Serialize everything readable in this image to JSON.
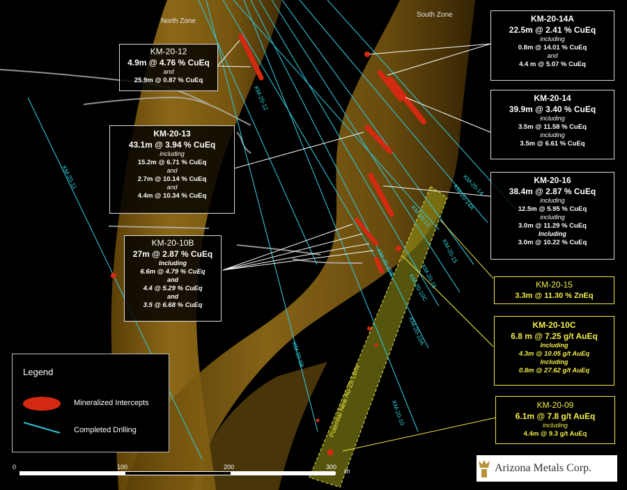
{
  "zones": {
    "north": "North Zone",
    "south": "South Zone"
  },
  "callouts": {
    "km20_12": {
      "title": "KM-20-12",
      "main": "4.9m @ 4.76 % CuEq",
      "c1": "and",
      "s1": "25.9m @ 0.87 % CuEq"
    },
    "km20_13": {
      "title": "KM-20-13",
      "main": "43.1m @ 3.94 % CuEq",
      "c1": "including",
      "s1": "15.2m @ 6.71 % CuEq",
      "c2": "and",
      "s2": "2.7m @ 10.14 % CuEq",
      "c3": "and",
      "s3": "4.4m @ 10.34 % CuEq"
    },
    "km20_10b": {
      "title": "KM-20-10B",
      "main": "27m @ 2.87 % CuEq",
      "c1": "Including",
      "s1": "6.6m @ 4.79 % CuEq",
      "c2": "and",
      "s2": "4.4 @ 5.29 % CuEq",
      "c3": "and",
      "s3": "3.5 @ 6.68 % CuEq"
    },
    "km20_14a": {
      "title": "KM-20-14A",
      "main": "22.5m @ 2.41 % CuEq",
      "c1": "including",
      "s1": "0.8m @ 14.01 % CuEq",
      "c2": "and",
      "s2": "4.4 m @ 5.07 % CuEq"
    },
    "km20_14": {
      "title": "KM-20-14",
      "main": "39.9m @ 3.40 % CuEq",
      "c1": "including",
      "s1": "3.5m @ 11.58 % CuEq",
      "c2": "including",
      "s2": "3.5m @ 6.61 % CuEq"
    },
    "km20_16": {
      "title": "KM-20-16",
      "main": "38.4m @ 2.87 % CuEq",
      "c1": "including",
      "s1": "12.5m @ 5.95 % CuEq",
      "c2": "including",
      "s2": "3.0m @ 11.29 % CuEq",
      "c3": "Including",
      "s3": "3.0m @ 10.22 % CuEq"
    },
    "km20_15": {
      "title": "KM-20-15",
      "main": "3.3m @ 11.30 % ZnEq"
    },
    "km20_10c": {
      "title": "KM-20-10C",
      "main": "6.8 m @ 7.25 g/t AuEq",
      "c1": "Including",
      "s1": "4.3m @ 10.05 g/t AuEq",
      "c2": "Including",
      "s2": "0.8m @ 27.62 g/t AuEq"
    },
    "km20_09": {
      "title": "KM-20-09",
      "main": "6.1m @ 7.8 g/t AuEq",
      "c1": "including",
      "s1": "4.4m @ 9.3 g/t AuEq"
    }
  },
  "drill_labels": {
    "km20_11": "KM-20-11",
    "km20_12": "KM-20-12",
    "km20_14": "KM-20-14",
    "km20_14a": "KM-20-14A",
    "km20_13": "KM-20-13",
    "km20_15": "KM-20-15",
    "km20_16": "KM-20-16",
    "km20_10b": "KM-20-10B",
    "km20_10c": "KM-20-10C",
    "km20_10a": "KM-20-10A",
    "km20_09": "KM-20-09",
    "km20_10": "KM-20-10"
  },
  "lens_label": "Potential New Au-Zn Lens",
  "legend": {
    "title": "Legend",
    "mineralized": "Mineralized Intercepts",
    "drilling": "Completed Drilling"
  },
  "scale": {
    "t0": "0",
    "t100": "100",
    "t200": "200",
    "t300": "300",
    "unit": "m"
  },
  "logo_text": "Arizona Metals Corp.",
  "colors": {
    "background": "#000000",
    "zone_body": "#8a6412",
    "drill_trace": "#2fc4d6",
    "intercept": "#d42a12",
    "lens_fill": "#9a9a1a",
    "yellow_callout": "#f2ea45"
  }
}
